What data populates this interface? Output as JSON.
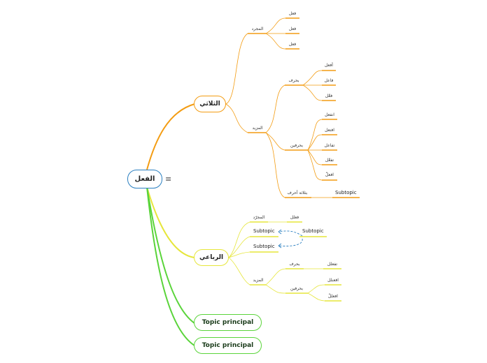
{
  "root": {
    "label": "الفعل",
    "menu_icon": "menu-icon"
  },
  "colors": {
    "orange": "#f39c12",
    "yellow": "#e6e63a",
    "green": "#5ad43a",
    "blue": "#2a7fc0",
    "relation": "#2a7fc0"
  },
  "thulathi": {
    "label": "الثلاثي",
    "mujarrad": {
      "label": "المجرد",
      "items": [
        "فعل",
        "فعل",
        "فعل"
      ]
    },
    "mazid": {
      "label": "المزيد",
      "one_letter": {
        "label": "بحرف",
        "items": [
          "أفعل",
          "فاعل",
          "فعّل"
        ]
      },
      "two_letters": {
        "label": "بحرفين",
        "items": [
          "انفعل",
          "افتعل",
          "تفاعل",
          "تفعّل",
          "افعلّ"
        ]
      },
      "three_letters": {
        "label": "بثلاثة أحرف",
        "child": "Subtopic"
      }
    }
  },
  "rubai": {
    "label": "الرباعي",
    "mujarrad": {
      "label": "المجرّد",
      "item": "فعلل"
    },
    "subtopic_a": "Subtopic",
    "subtopic_b": "Subtopic",
    "floating_subtopic": "Subtopic",
    "mazid": {
      "label": "المزيد",
      "one_letter": {
        "label": "بحرف",
        "item": "تفعلل"
      },
      "two_letters": {
        "label": "بحرفين",
        "items": [
          "افعنلل",
          "افعللّ"
        ]
      }
    }
  },
  "topic_1": "Topic principal",
  "topic_2": "Topic principal"
}
